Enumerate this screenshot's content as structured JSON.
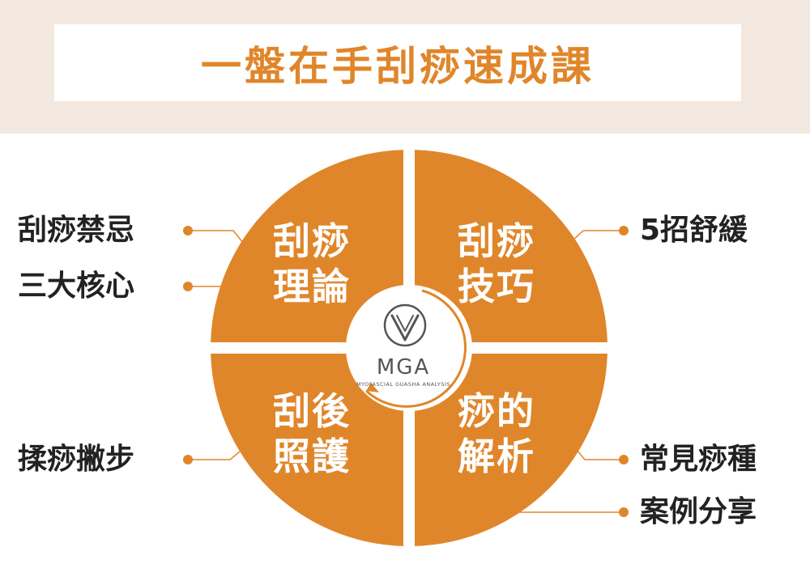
{
  "title": "一盤在手刮痧速成課",
  "colors": {
    "header_bg": "#f3e8df",
    "accent": "#e0862a",
    "quadrant_fill": "#e0862a",
    "text_dark": "#222222",
    "logo_gray": "#555555"
  },
  "quadrants": {
    "top_left": {
      "line1": "刮痧",
      "line2": "理論"
    },
    "top_right": {
      "line1": "刮痧",
      "line2": "技巧"
    },
    "bottom_left": {
      "line1": "刮後",
      "line2": "照護"
    },
    "bottom_right": {
      "line1": "痧的",
      "line2": "解析"
    }
  },
  "labels": {
    "left_1": "刮痧禁忌",
    "left_2": "三大核心",
    "left_3": "揉痧撇步",
    "right_1": "5招舒緩",
    "right_2": "常見痧種",
    "right_3": "案例分享"
  },
  "logo": {
    "name": "MGA",
    "tagline": "MYOFASCIAL GUASHA ANALYSIS",
    "icon": "v-shield-logo-icon"
  }
}
